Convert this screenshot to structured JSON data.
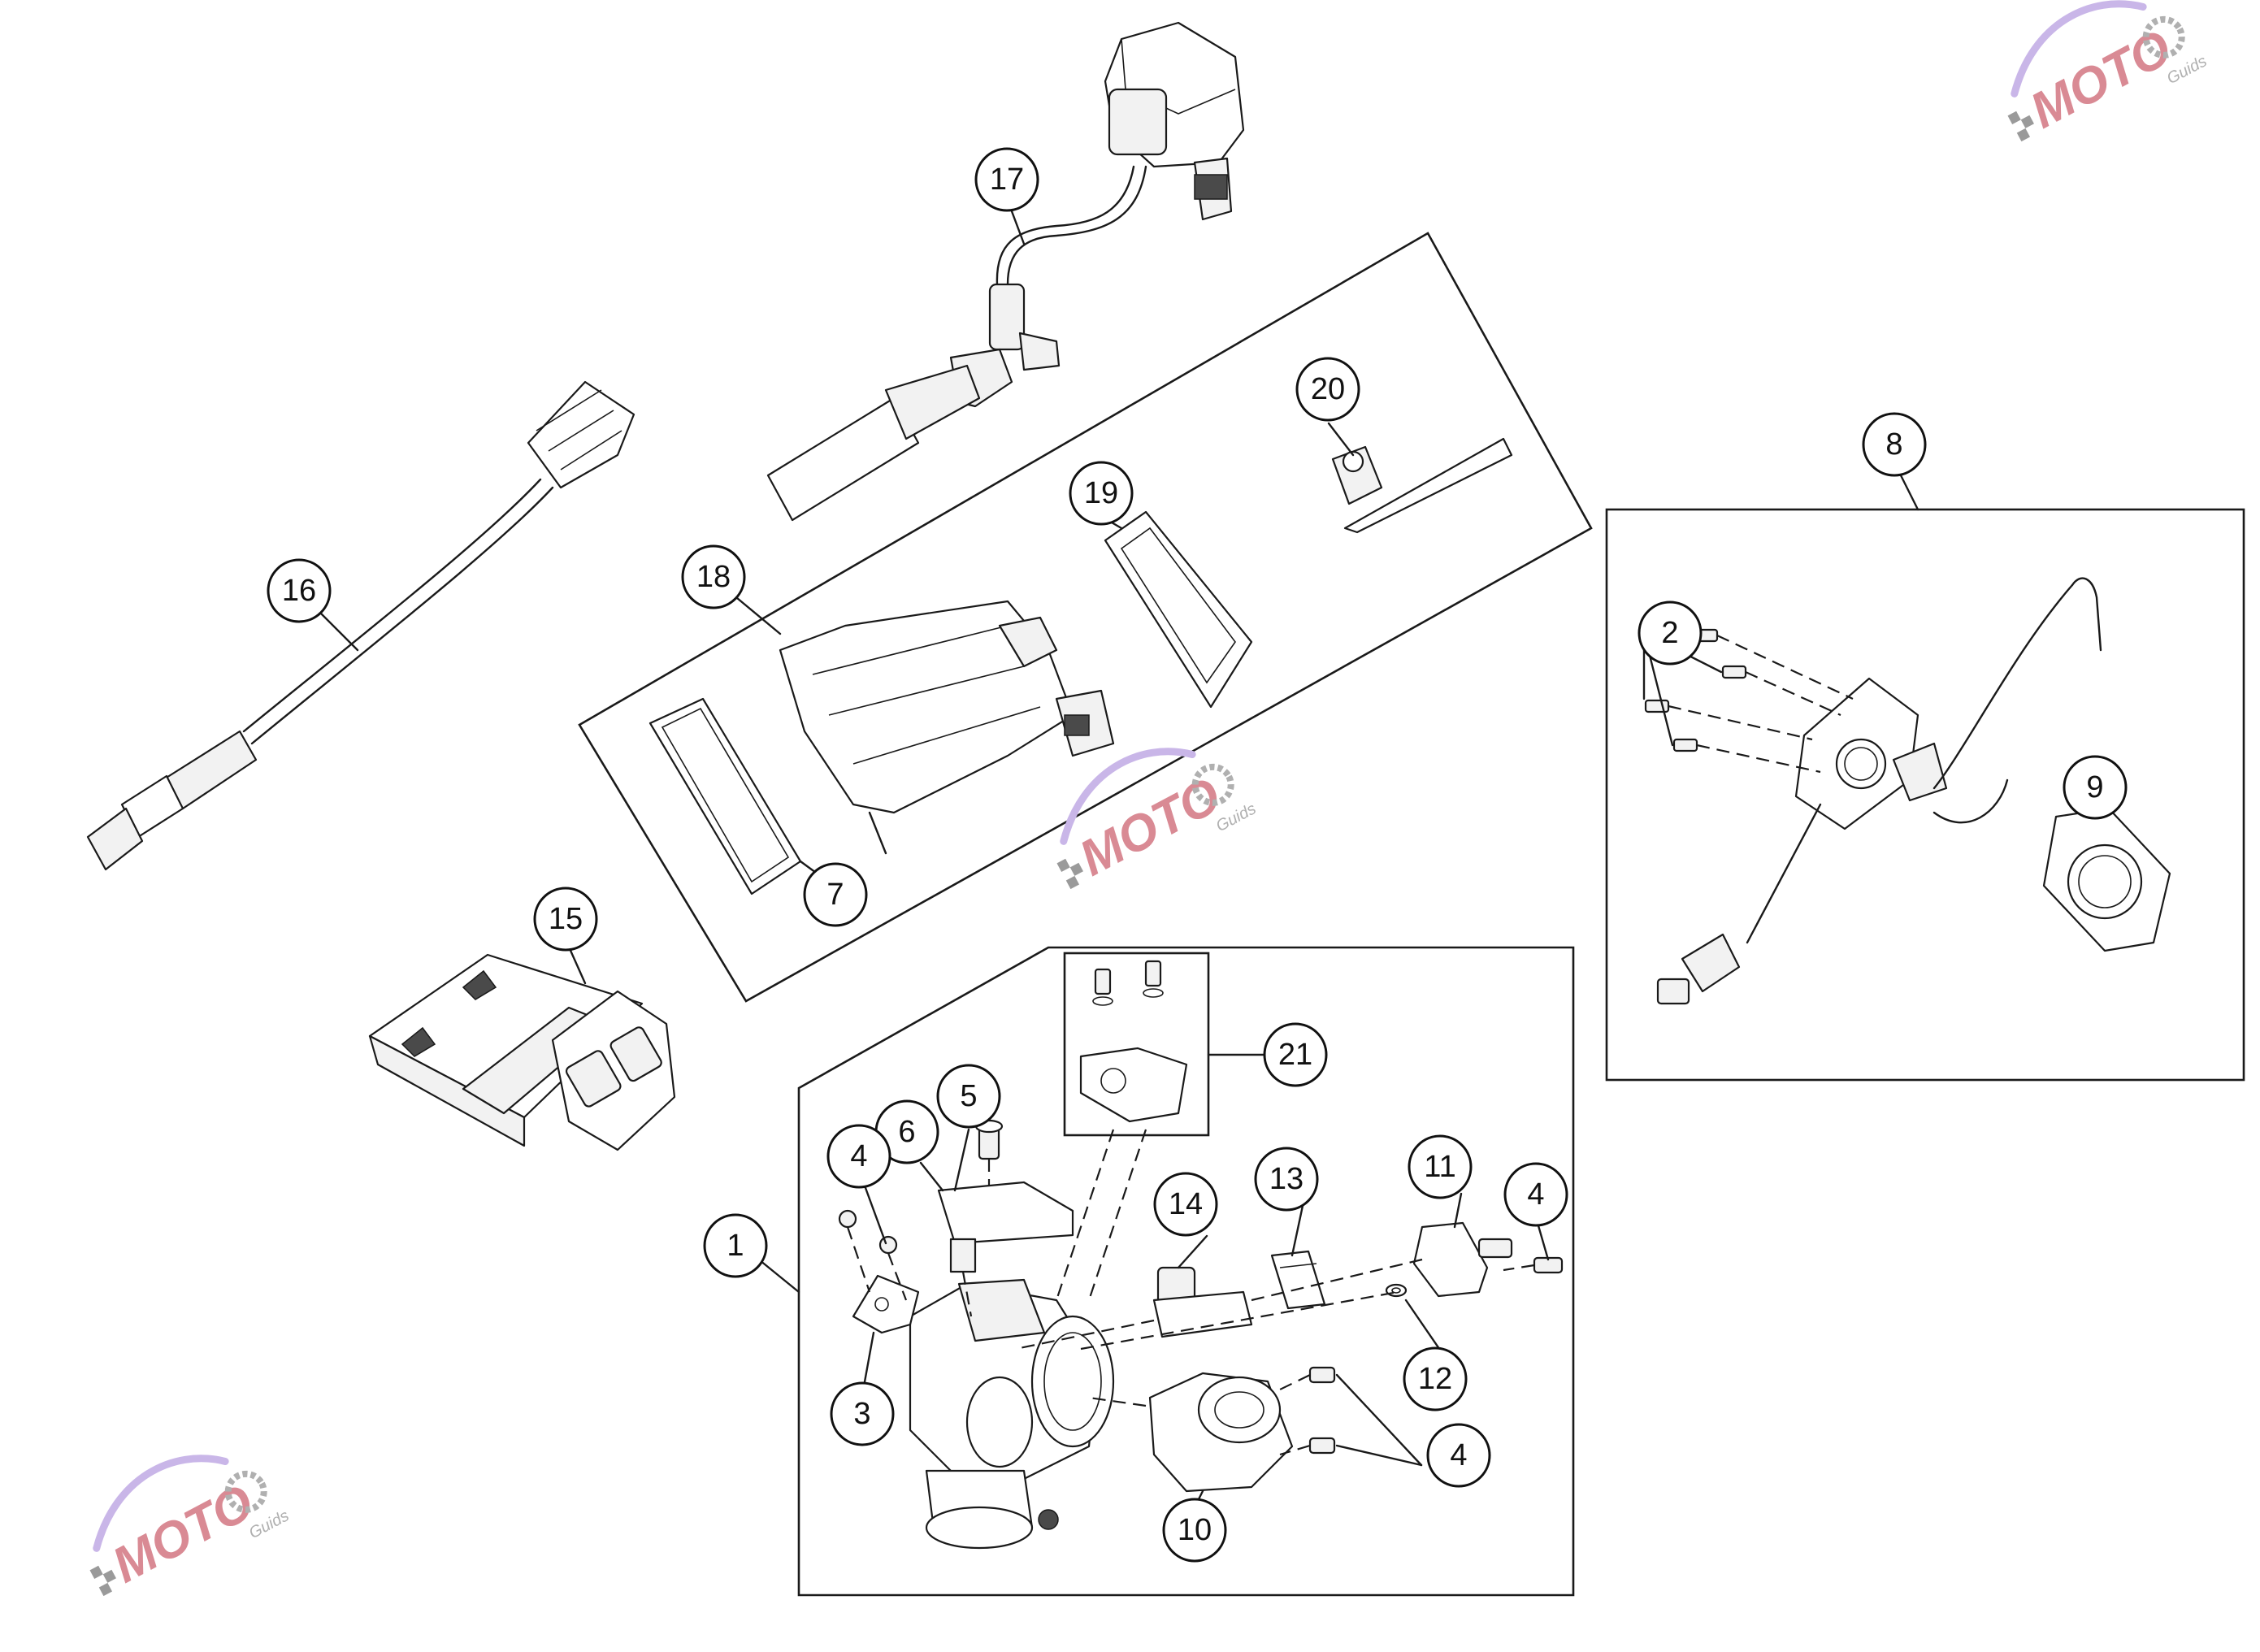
{
  "diagram": {
    "callouts": [
      {
        "id": "c1",
        "label": "1"
      },
      {
        "id": "c2",
        "label": "2"
      },
      {
        "id": "c3",
        "label": "3"
      },
      {
        "id": "c4a",
        "label": "4"
      },
      {
        "id": "c4b",
        "label": "4"
      },
      {
        "id": "c4c",
        "label": "4"
      },
      {
        "id": "c5",
        "label": "5"
      },
      {
        "id": "c6",
        "label": "6"
      },
      {
        "id": "c7",
        "label": "7"
      },
      {
        "id": "c8",
        "label": "8"
      },
      {
        "id": "c9",
        "label": "9"
      },
      {
        "id": "c10",
        "label": "10"
      },
      {
        "id": "c11",
        "label": "11"
      },
      {
        "id": "c12",
        "label": "12"
      },
      {
        "id": "c13",
        "label": "13"
      },
      {
        "id": "c14",
        "label": "14"
      },
      {
        "id": "c15",
        "label": "15"
      },
      {
        "id": "c16",
        "label": "16"
      },
      {
        "id": "c17",
        "label": "17"
      },
      {
        "id": "c18",
        "label": "18"
      },
      {
        "id": "c19",
        "label": "19"
      },
      {
        "id": "c20",
        "label": "20"
      },
      {
        "id": "c21",
        "label": "21"
      }
    ]
  },
  "watermark": {
    "brand": "MOTO",
    "sub": "Guids",
    "colors": {
      "arc": "#c9b6e8",
      "text": "#d98a94",
      "gear": "#b0b0b0",
      "checker": "#9a9a9a"
    }
  }
}
